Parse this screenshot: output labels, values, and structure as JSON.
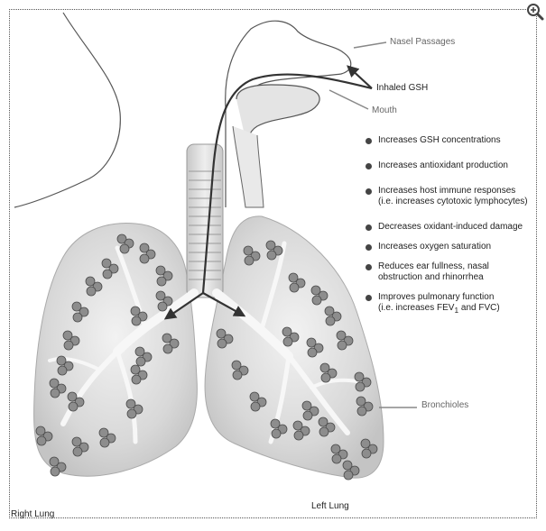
{
  "labels": {
    "nasal_passages": "Nasel Passages",
    "inhaled_gsh": "Inhaled GSH",
    "mouth": "Mouth",
    "bronchioles": "Bronchioles",
    "right_lung": "Right Lung",
    "left_lung": "Left Lung"
  },
  "benefits": [
    {
      "line1": "Increases GSH concentrations"
    },
    {
      "line1": "Increases antioxidant production"
    },
    {
      "line1": "Increases host immune responses",
      "line2": "(i.e. increases cytotoxic lymphocytes)"
    },
    {
      "line1": "Decreases oxidant-induced damage"
    },
    {
      "line1": "Increases oxygen saturation"
    },
    {
      "line1": "Reduces ear fullness, nasal",
      "line2": "obstruction and rhinorrhea"
    },
    {
      "line1": "Improves pulmonary function",
      "line2_prefix": "(i.e. increases FEV",
      "line2_sub": "1",
      "line2_suffix": " and FVC)"
    }
  ],
  "icons": {
    "zoom": "magnifier-plus-icon"
  },
  "colors": {
    "lung_fill": "#d6d6d6",
    "alveoli": "#8a8a8a",
    "stroke": "#333333",
    "label_gray": "#666666"
  }
}
